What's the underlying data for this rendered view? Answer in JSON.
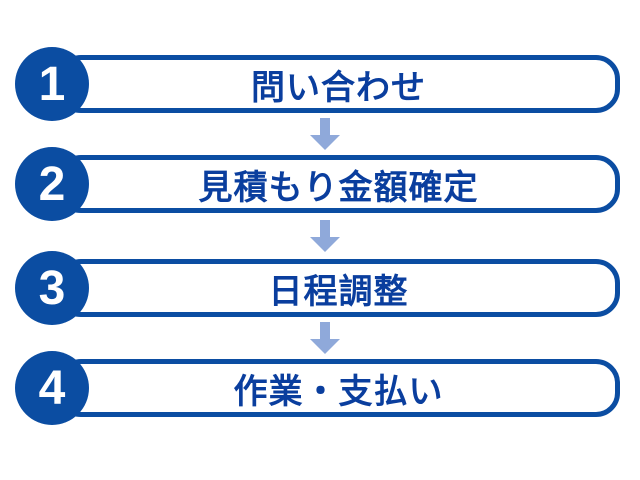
{
  "flow": {
    "steps": [
      {
        "number": "1",
        "label": "問い合わせ"
      },
      {
        "number": "2",
        "label": "見積もり金額確定"
      },
      {
        "number": "3",
        "label": "日程調整"
      },
      {
        "number": "4",
        "label": "作業・支払い"
      }
    ],
    "colors": {
      "primary": "#0b4da2",
      "text": "#0a3e9e",
      "arrow": "#8fa9da",
      "background": "#ffffff"
    },
    "arrow_icon": "down-arrow"
  }
}
